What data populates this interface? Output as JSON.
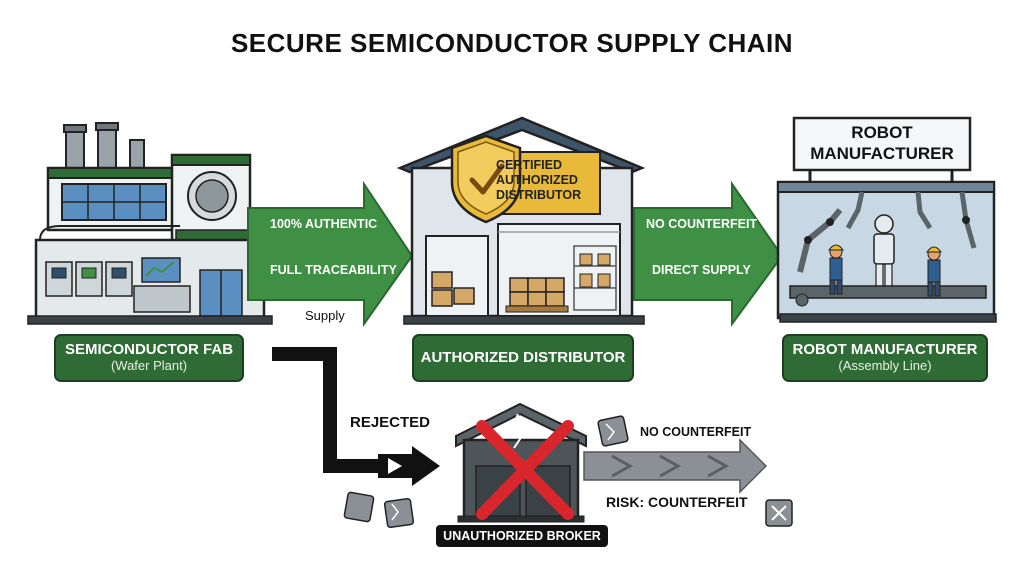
{
  "title": "SECURE SEMICONDUCTOR SUPPLY CHAIN",
  "fab": {
    "label": "SEMICONDUCTOR FAB",
    "sublabel": "(Wafer Plant)"
  },
  "distributor": {
    "label": "AUTHORIZED DISTRIBUTOR",
    "badge_line1": "CERTIFIED",
    "badge_line2": "AUTHORIZED",
    "badge_line3": "DISTRIBUTOR"
  },
  "manufacturer": {
    "label": "ROBOT MANUFACTURER",
    "sublabel": "(Assembly Line)",
    "sign_line1": "ROBOT",
    "sign_line2": "MANUFACTURER"
  },
  "arrow1": {
    "line1": "100% AUTHENTIC",
    "line2": "FULL TRACEABILITY",
    "caption": "Supply"
  },
  "arrow2": {
    "line1": "NO COUNTERFEIT",
    "line2": "DIRECT SUPPLY"
  },
  "broker": {
    "label": "UNAUTHORIZED BROKER",
    "rejected": "REJECTED",
    "no_counterfeit": "NO COUNTERFEIT",
    "risk": "RISK: COUNTERFEIT"
  },
  "colors": {
    "green": "#2f6b35",
    "arrow_green": "#3f8f45",
    "dark_outline": "#1d3f21",
    "red_x": "#d8262c",
    "gold": "#e9b93a"
  },
  "icons": [
    "factory-icon",
    "warehouse-icon",
    "shield-check-icon",
    "robot-arm-icon",
    "worker-icon",
    "chip-icon",
    "broken-warehouse-icon",
    "x-mark-icon"
  ]
}
